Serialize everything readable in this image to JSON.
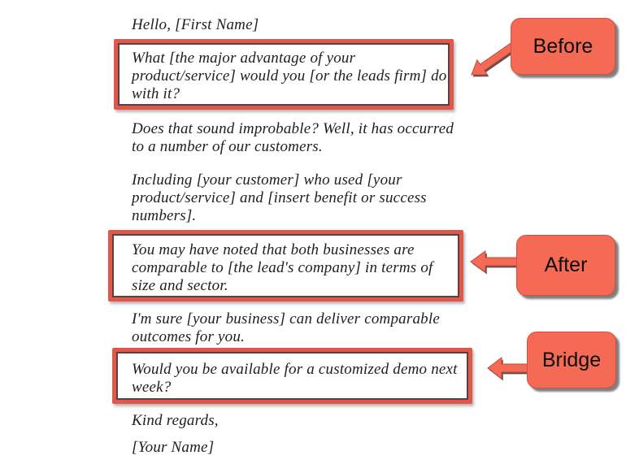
{
  "email": {
    "greeting": "Hello, [First Name]",
    "before_text": "What [the major advantage of your\nproduct/service] would you [or the leads firm] do\nwith it?",
    "para_improbable": "Does that sound improbable? Well, it has occurred\nto a number of our customers.",
    "para_including": "Including [your customer] who used [your\nproduct/service] and [insert benefit or success\nnumbers].",
    "after_text": "You may have noted that both businesses are\ncomparable to [the lead's company] in terms of\nsize and sector.",
    "para_sure": "I'm sure [your business] can deliver comparable\noutcomes for you.",
    "bridge_text": "Would you be available for a customized demo next\nweek?",
    "signoff": "Kind regards,",
    "signature": "[Your Name]"
  },
  "labels": {
    "before": "Before",
    "after": "After",
    "bridge": "Bridge"
  },
  "colors": {
    "accent_salmon": "#f56a55",
    "box_border_red": "#e2574c",
    "body_text": "#1e1e1e"
  },
  "icons": {
    "before_arrow": "arrow-down-left",
    "after_arrow": "arrow-left",
    "bridge_arrow": "arrow-left"
  }
}
